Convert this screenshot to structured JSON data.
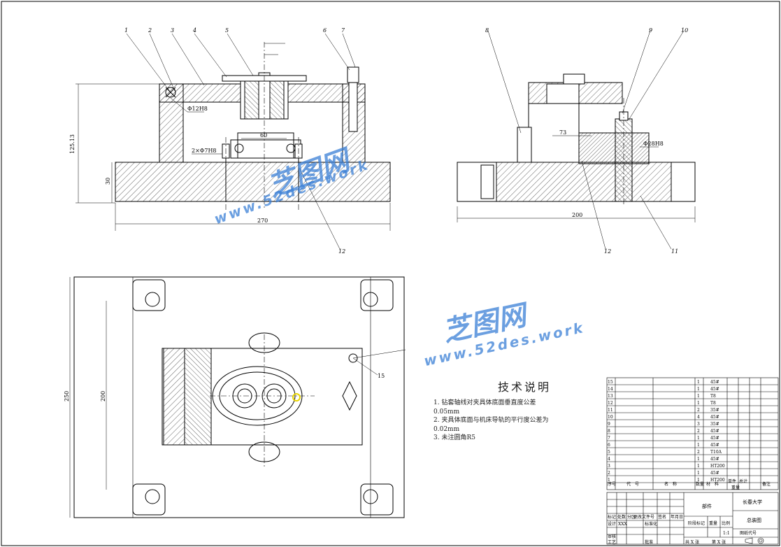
{
  "balloons": [
    "1",
    "2",
    "3",
    "4",
    "5",
    "6",
    "7",
    "8",
    "9",
    "10",
    "11",
    "12"
  ],
  "dimensions": {
    "front_height": "125.13",
    "front_base_height": "30",
    "front_width": "270",
    "front_center": "60",
    "front_hole": "2×Φ7H8",
    "front_bore": "Φ12H8",
    "side_width": "200",
    "side_depth": "73",
    "side_bore": "Φ28H8",
    "top_depth": "250",
    "top_inner": "200",
    "top_ref": "15"
  },
  "notes": {
    "title": "技术说明",
    "lines": [
      "1. 钻套轴线对夹具体底面垂直度公差",
      "0.05mm",
      "2. 夹具体底面与机床导轨的平行度公差为",
      "0.02mm",
      "3. 未注圆角R5"
    ]
  },
  "bom": {
    "rows": [
      {
        "no": "15",
        "qty": "1",
        "material": "45#"
      },
      {
        "no": "14",
        "qty": "1",
        "material": "45#"
      },
      {
        "no": "13",
        "qty": "1",
        "material": "T8"
      },
      {
        "no": "12",
        "qty": "1",
        "material": "T8"
      },
      {
        "no": "11",
        "qty": "2",
        "material": "35#"
      },
      {
        "no": "10",
        "qty": "4",
        "material": "45#"
      },
      {
        "no": "9",
        "qty": "3",
        "material": "35#"
      },
      {
        "no": "8",
        "qty": "2",
        "material": "45#"
      },
      {
        "no": "7",
        "qty": "1",
        "material": "45#"
      },
      {
        "no": "6",
        "qty": "1",
        "material": "45#"
      },
      {
        "no": "5",
        "qty": "2",
        "material": "T10A"
      },
      {
        "no": "4",
        "qty": "1",
        "material": "45#"
      },
      {
        "no": "3",
        "qty": "1",
        "material": "HT200"
      },
      {
        "no": "2",
        "qty": "1",
        "material": "45#"
      },
      {
        "no": "1",
        "qty": "1",
        "material": "HT200"
      }
    ],
    "header": {
      "no": "序号",
      "code": "代　号",
      "name": "名　称",
      "qty": "数量",
      "material": "材　料",
      "unit": "单件",
      "total": "总计",
      "weight": "重量",
      "remark": "备注"
    }
  },
  "title_block": {
    "school": "长春大学",
    "drawing_name": "总装图",
    "part_label": "部件",
    "drawing_no": "图纸代号",
    "scale": "1:1",
    "stage": "阶段标记",
    "weight": "重量",
    "ratio": "比例",
    "design": "设计",
    "designer": "XXX",
    "standard": "标准化",
    "review": "审核",
    "process": "工艺",
    "approve": "批准",
    "sheets": "共 X 张",
    "sheet": "第 X 张",
    "mark": "标记",
    "count": "处数",
    "zone": "分区",
    "change": "更改文件号",
    "sign": "签名",
    "date": "年月日"
  },
  "watermark": {
    "brand": "芝图网",
    "url": "www.52des.work"
  },
  "colors": {
    "line": "#000000",
    "watermark": "#3a7fd6",
    "highlight": "#e8d400"
  }
}
